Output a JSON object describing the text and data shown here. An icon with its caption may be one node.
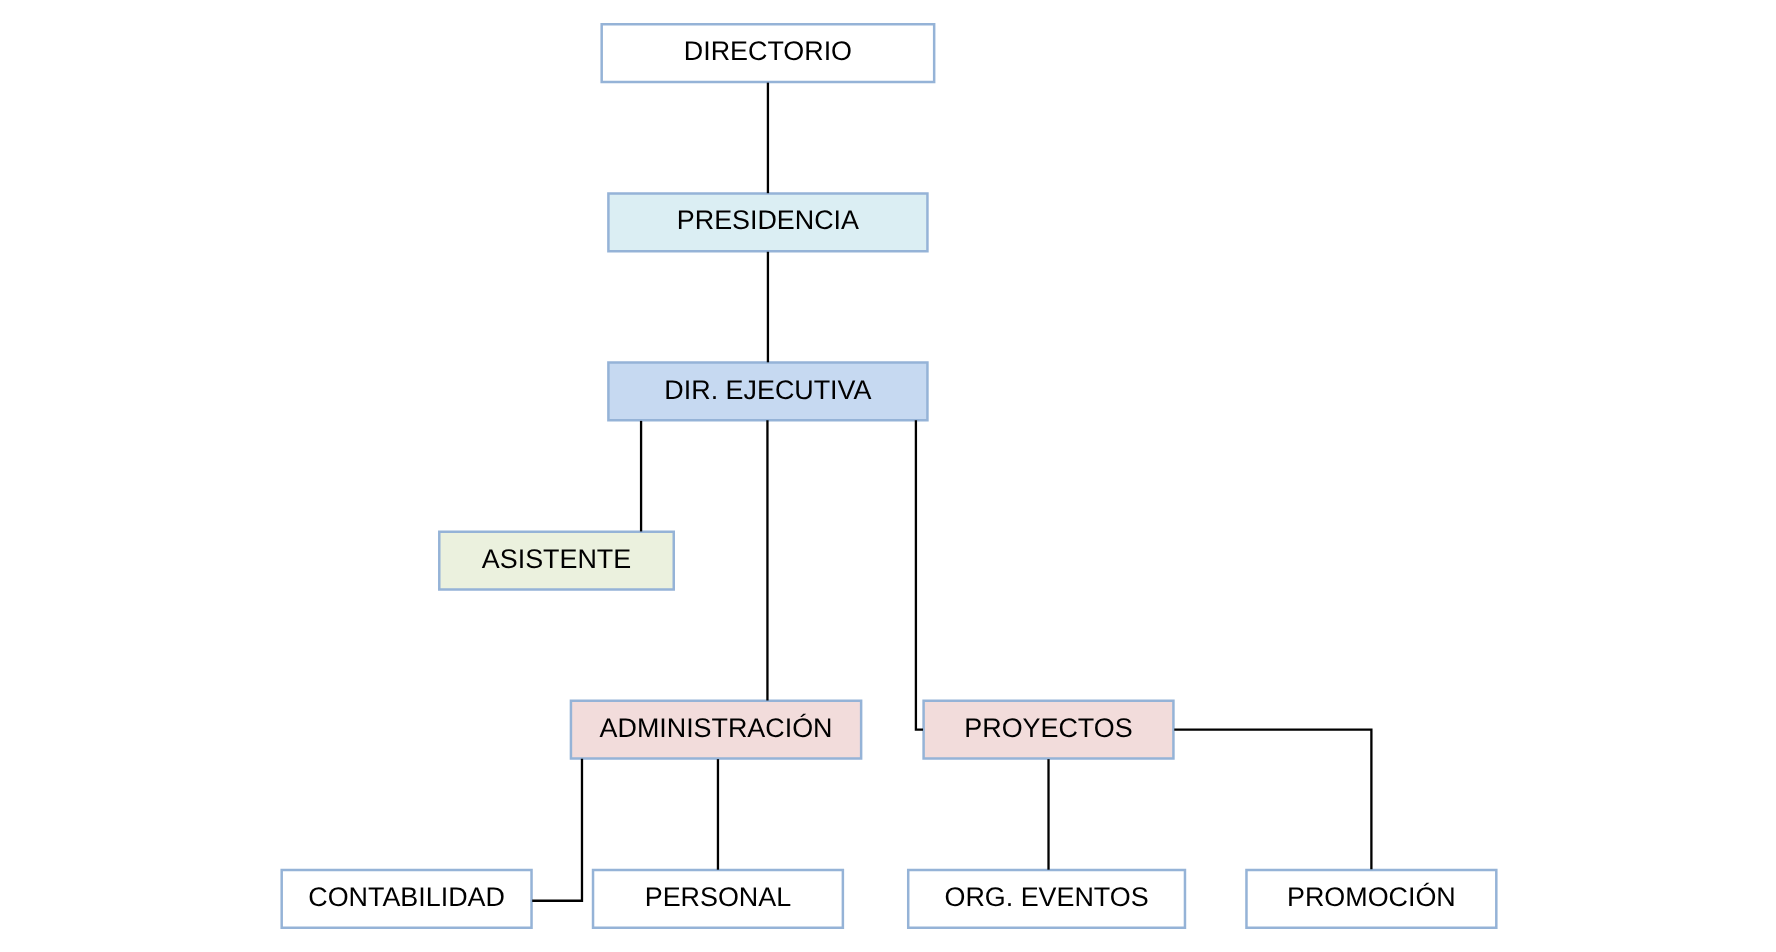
{
  "diagram": {
    "nodes": [
      {
        "text": [
          "DIRECTORIO"
        ]
      },
      {
        "text": [
          "PRESIDENCIA"
        ]
      },
      {
        "text": [
          "DIR. EJECUTIVA"
        ]
      },
      {
        "text": [
          "ASISTENTE"
        ]
      },
      {
        "text": [
          "ADMINISTRACIÓN"
        ]
      },
      {
        "text": [
          "PROYECTOS"
        ]
      },
      {
        "text": [
          "CONTABILIDAD"
        ]
      },
      {
        "text": [
          "PERSONAL"
        ]
      },
      {
        "text": [
          "ORG. EVENTOS"
        ]
      },
      {
        "text": [
          "PROMOCIÓN"
        ]
      }
    ],
    "edges": [
      {
        "from": 0,
        "to": 1,
        "arrow": "none"
      },
      {
        "from": 1,
        "to": 2,
        "arrow": "none"
      },
      {
        "from": 2,
        "to": 3,
        "arrow": "none"
      },
      {
        "from": 2,
        "to": 4,
        "arrow": "none"
      },
      {
        "from": 2,
        "to": 5,
        "arrow": "none"
      },
      {
        "from": 4,
        "to": 6,
        "arrow": "none"
      },
      {
        "from": 4,
        "to": 7,
        "arrow": "none"
      },
      {
        "from": 5,
        "to": 8,
        "arrow": "none"
      },
      {
        "from": 5,
        "to": 9,
        "arrow": "none"
      }
    ]
  }
}
